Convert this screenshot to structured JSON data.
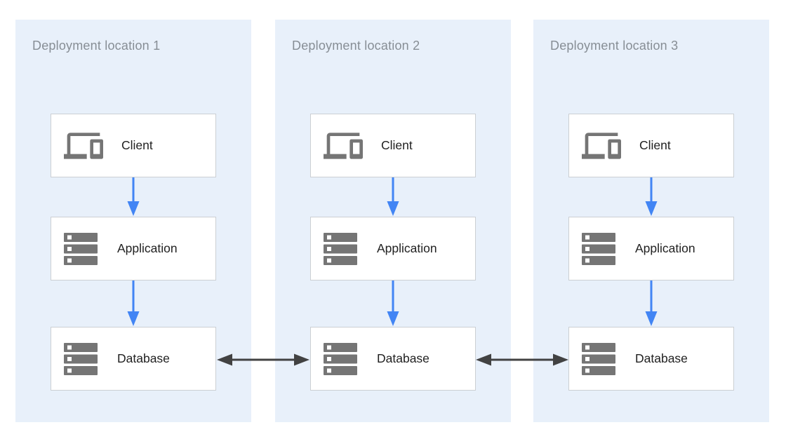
{
  "colors": {
    "canvas-bg": "#FFFFFF",
    "panel-bg": "#E8F0FA",
    "node-bg": "#FFFFFF",
    "node-border": "#CBCFD3",
    "node-text": "#212121",
    "panel-title-text": "#878E95",
    "icon-gray": "#757575",
    "flow-arrow-blue": "#4285F4",
    "sync-arrow-dark": "#424242"
  },
  "panels": [
    {
      "title": "Deployment location 1",
      "nodes": [
        {
          "label": "Client",
          "icon": "devices-icon"
        },
        {
          "label": "Application",
          "icon": "server-stack-icon"
        },
        {
          "label": "Database",
          "icon": "server-stack-icon"
        }
      ]
    },
    {
      "title": "Deployment location 2",
      "nodes": [
        {
          "label": "Client",
          "icon": "devices-icon"
        },
        {
          "label": "Application",
          "icon": "server-stack-icon"
        },
        {
          "label": "Database",
          "icon": "server-stack-icon"
        }
      ]
    },
    {
      "title": "Deployment location 3",
      "nodes": [
        {
          "label": "Client",
          "icon": "devices-icon"
        },
        {
          "label": "Application",
          "icon": "server-stack-icon"
        },
        {
          "label": "Database",
          "icon": "server-stack-icon"
        }
      ]
    }
  ],
  "arrows": {
    "vertical": [
      {
        "panel": "Deployment location 1",
        "from": "Client",
        "to": "Application",
        "direction": "one-way"
      },
      {
        "panel": "Deployment location 1",
        "from": "Application",
        "to": "Database",
        "direction": "one-way"
      },
      {
        "panel": "Deployment location 2",
        "from": "Client",
        "to": "Application",
        "direction": "one-way"
      },
      {
        "panel": "Deployment location 2",
        "from": "Application",
        "to": "Database",
        "direction": "one-way"
      },
      {
        "panel": "Deployment location 3",
        "from": "Client",
        "to": "Application",
        "direction": "one-way"
      },
      {
        "panel": "Deployment location 3",
        "from": "Application",
        "to": "Database",
        "direction": "one-way"
      }
    ],
    "horizontal": [
      {
        "from": "Database (Deployment location 1)",
        "to": "Database (Deployment location 2)",
        "direction": "bidirectional"
      },
      {
        "from": "Database (Deployment location 2)",
        "to": "Database (Deployment location 3)",
        "direction": "bidirectional"
      }
    ]
  }
}
